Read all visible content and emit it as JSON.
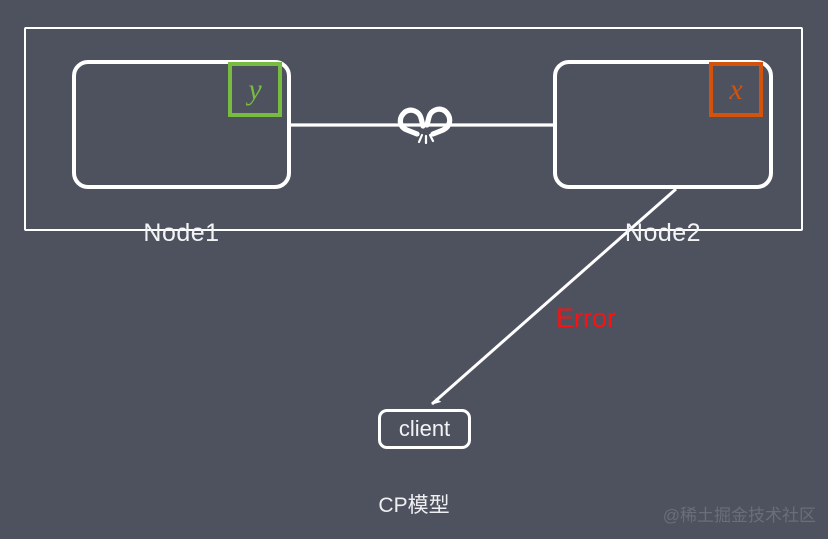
{
  "diagram": {
    "caption": "CP模型",
    "watermark": "@稀土掘金技术社区",
    "colors": {
      "background": "#4e525f",
      "stroke": "#ffffff",
      "green": "#77bb41",
      "orange": "#d3520c",
      "error_red": "#fb1111",
      "text": "#f2f3f5",
      "watermark": "#6a6e7b"
    },
    "cluster": {
      "name": "node-cluster-region",
      "border_color": "#ffffff"
    },
    "nodes": [
      {
        "id": "node1",
        "label": "Node1",
        "variable": "y",
        "variable_color": "#77bb41"
      },
      {
        "id": "node2",
        "label": "Node2",
        "variable": "x",
        "variable_color": "#d3520c"
      }
    ],
    "client": {
      "label": "client"
    },
    "links": [
      {
        "id": "node1-node2-link",
        "from": "node1",
        "to": "node2",
        "state": "broken",
        "icon": "broken-link-icon",
        "label": ""
      },
      {
        "id": "node2-client-error-arrow",
        "from": "node2",
        "to": "client",
        "label": "Error",
        "label_color": "#fb1111",
        "arrowhead": true
      }
    ]
  }
}
